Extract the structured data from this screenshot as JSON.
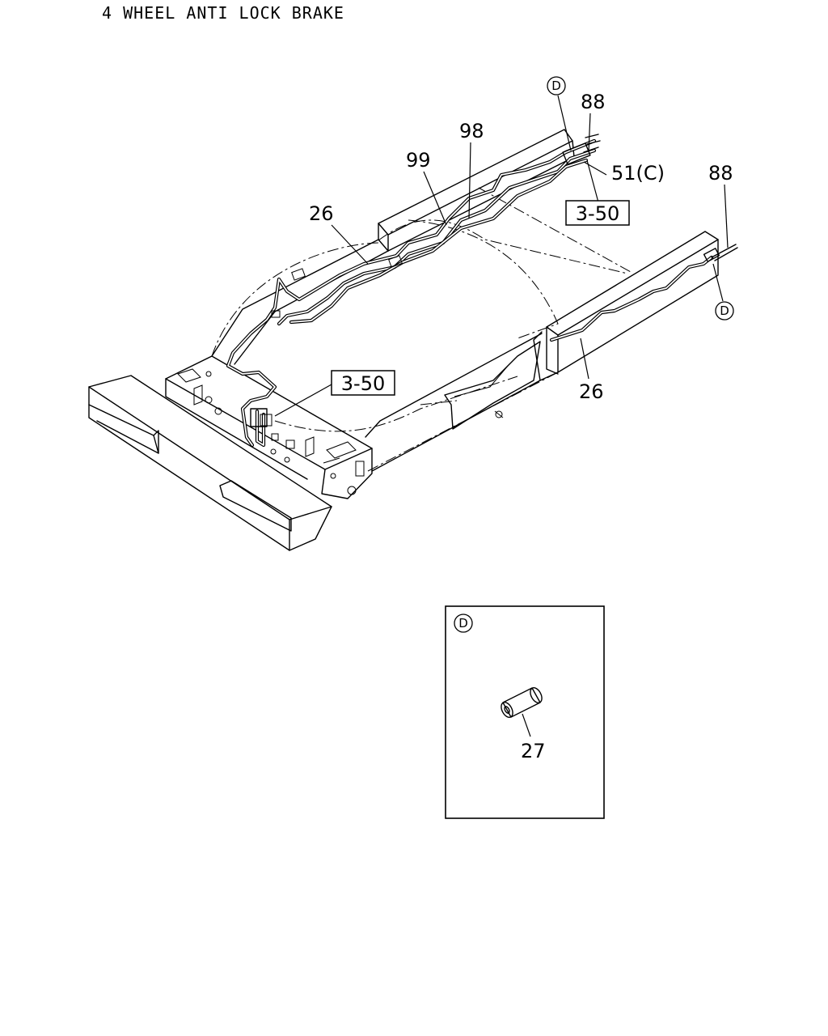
{
  "title": "4 WHEEL ANTI LOCK BRAKE",
  "callouts": {
    "d_top": "D",
    "p88_top": "88",
    "p98": "98",
    "p99": "99",
    "p51c": "51(C)",
    "p88_right": "88",
    "p26_left": "26",
    "ref_top": "3-50",
    "d_right": "D",
    "ref_bottom": "3-50",
    "p26_bottom": "26"
  },
  "detail": {
    "marker": "D",
    "part": "27"
  }
}
